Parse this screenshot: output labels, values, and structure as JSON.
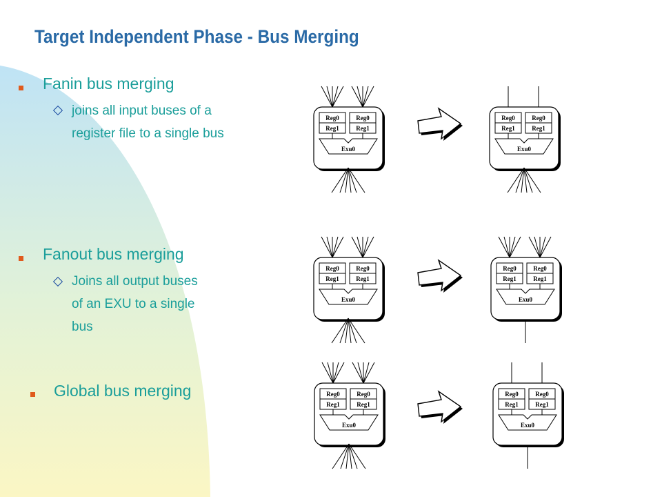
{
  "slide": {
    "title": "Target Independent Phase - Bus Merging",
    "sections": [
      {
        "heading": "Fanin bus merging",
        "detail_lines": [
          "joins all input buses of a",
          "register file to a single bus"
        ]
      },
      {
        "heading": "Fanout bus merging",
        "detail_lines": [
          "Joins all output buses",
          "of an EXU to a single",
          "bus"
        ]
      },
      {
        "heading": "Global bus merging",
        "detail_lines": []
      }
    ],
    "diagram_labels": {
      "reg_top": "Reg0",
      "reg_bottom": "Reg1",
      "exu": "Exu0"
    }
  }
}
